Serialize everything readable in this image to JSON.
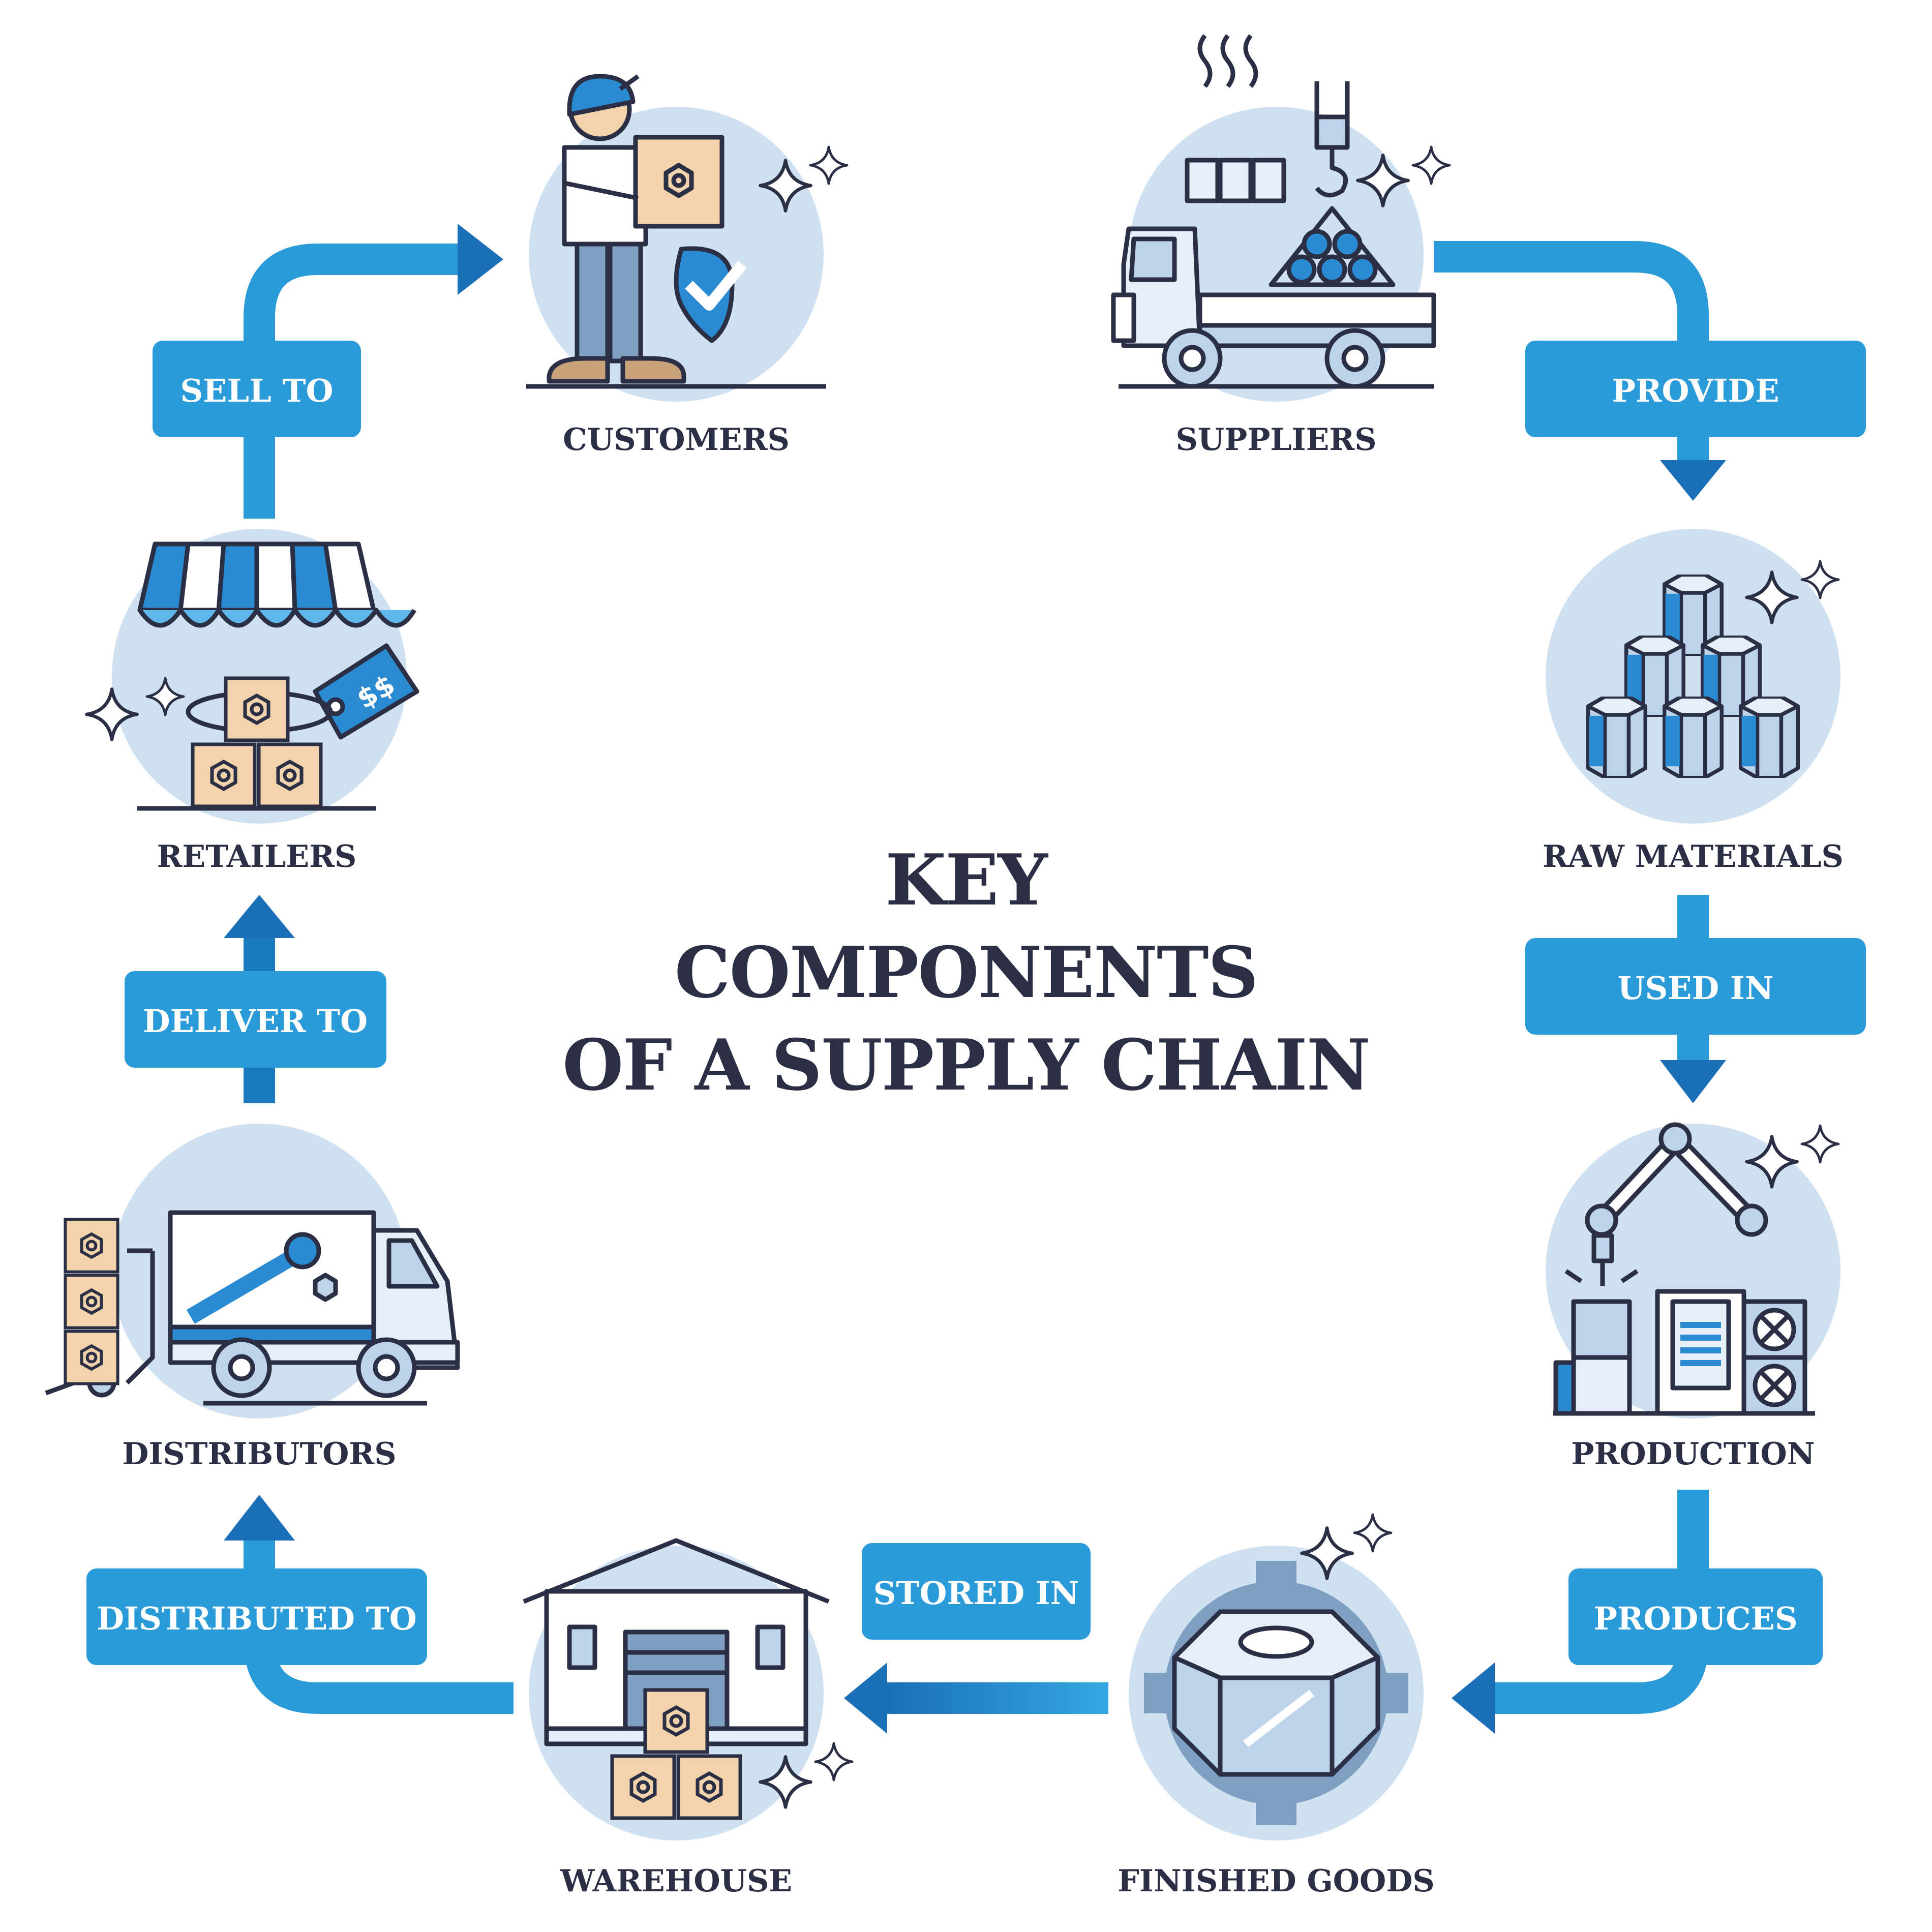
{
  "title": {
    "line1": "KEY",
    "line2": "COMPONENTS",
    "line3": "OF A SUPPLY CHAIN"
  },
  "colors": {
    "arrow": "#2a9ad8",
    "arrow_dark": "#1a79bf",
    "label_bg": "#2a9ad8",
    "circle": "#cfe0f1",
    "ink": "#2b2f45",
    "box": "#f2d3ab"
  },
  "nodes": {
    "customers": {
      "label": "CUSTOMERS",
      "icon": "person-carrying-box-icon"
    },
    "suppliers": {
      "label": "SUPPLIERS",
      "icon": "truck-with-crane-icon"
    },
    "raw_materials": {
      "label": "RAW MATERIALS",
      "icon": "hexagon-blocks-icon"
    },
    "production": {
      "label": "PRODUCTION",
      "icon": "robot-arm-factory-icon"
    },
    "finished_goods": {
      "label": "FINISHED GOODS",
      "icon": "hex-nut-gear-icon"
    },
    "warehouse": {
      "label": "WAREHOUSE",
      "icon": "warehouse-boxes-icon"
    },
    "distributors": {
      "label": "DISTRIBUTORS",
      "icon": "delivery-truck-icon"
    },
    "retailers": {
      "label": "RETAILERS",
      "icon": "storefront-awning-icon"
    }
  },
  "connectors": {
    "provide": "PROVIDE",
    "used_in": "USED IN",
    "produces": "PRODUCES",
    "stored_in": "STORED IN",
    "distributed_to": "DISTRIBUTED TO",
    "deliver_to": "DELIVER TO",
    "sell_to": "SELL TO"
  }
}
